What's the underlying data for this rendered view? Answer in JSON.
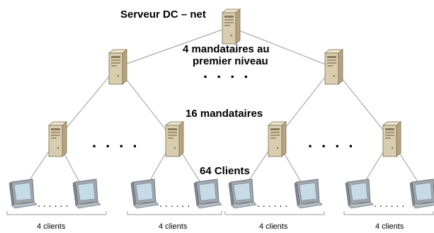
{
  "labels": {
    "root": "Serveur DC – net",
    "level1_line1": "4 mandataires au",
    "level1_line2": "premier niveau",
    "level2": "16 mandataires",
    "clients": "64 Clients",
    "group": "4 clients"
  },
  "ellipsis": {
    "big": "....",
    "small": "......"
  },
  "colors": {
    "line": "#9a9a9a",
    "server_front": "#d9cdb0",
    "server_side": "#b5a47f",
    "server_top": "#ece4cf",
    "monitor_frame": "#9fa6ad",
    "screen": "#c7dbe7"
  },
  "icons": {
    "server": "tower-server-icon",
    "client": "crt-monitor-icon"
  }
}
